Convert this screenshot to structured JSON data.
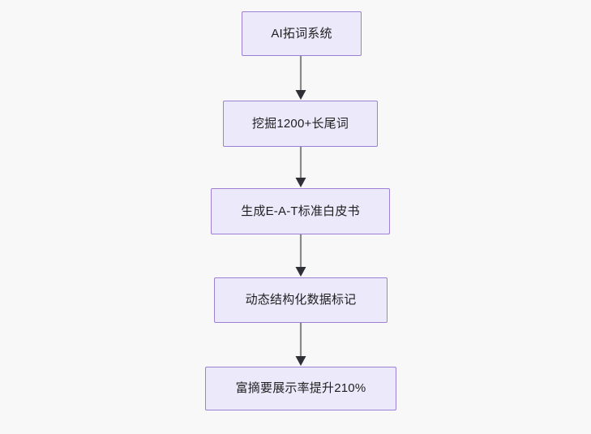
{
  "diagram": {
    "type": "flowchart",
    "direction": "top-to-bottom",
    "background_color": "#f8f8f8",
    "node_fill_color": "#ece9fb",
    "node_border_color": "#9d7fd6",
    "node_text_color": "#1f1f1f",
    "connector_color": "#8a8a8a",
    "nodes": [
      {
        "id": "n1",
        "label": "AI拓词系统"
      },
      {
        "id": "n2",
        "label": "挖掘1200+长尾词"
      },
      {
        "id": "n3",
        "label": "生成E-A-T标准白皮书"
      },
      {
        "id": "n4",
        "label": "动态结构化数据标记"
      },
      {
        "id": "n5",
        "label": "富摘要展示率提升210%"
      }
    ],
    "edges": [
      {
        "from": "n1",
        "to": "n2",
        "arrow": "arrow-down-icon"
      },
      {
        "from": "n2",
        "to": "n3",
        "arrow": "arrow-down-icon"
      },
      {
        "from": "n3",
        "to": "n4",
        "arrow": "arrow-down-icon"
      },
      {
        "from": "n4",
        "to": "n5",
        "arrow": "arrow-down-icon"
      }
    ]
  }
}
